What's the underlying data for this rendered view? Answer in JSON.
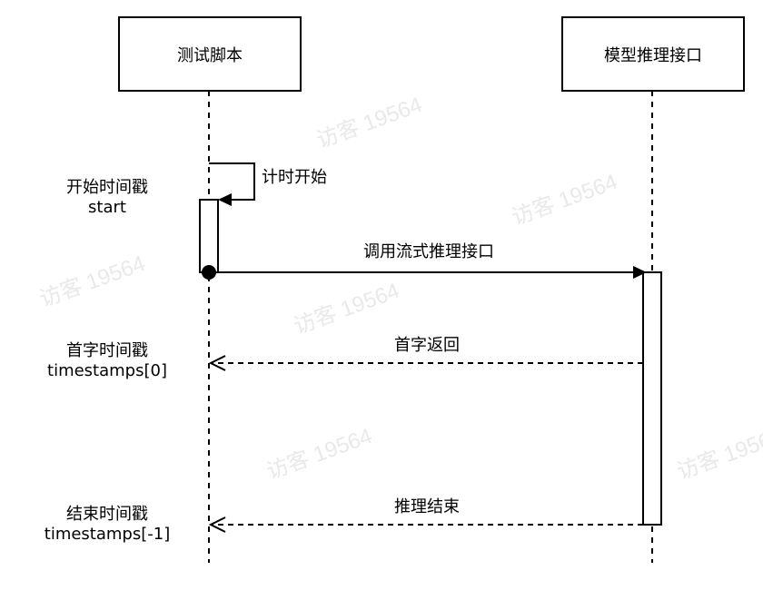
{
  "participants": [
    {
      "id": "script",
      "label": "测试脚本"
    },
    {
      "id": "model",
      "label": "模型推理接口"
    }
  ],
  "messages": [
    {
      "label": "计时开始",
      "type": "self",
      "from": "script",
      "to": "script"
    },
    {
      "label": "调用流式推理接口",
      "type": "sync",
      "from": "script",
      "to": "model"
    },
    {
      "label": "首字返回",
      "type": "return",
      "from": "model",
      "to": "script"
    },
    {
      "label": "推理结束",
      "type": "return",
      "from": "model",
      "to": "script"
    }
  ],
  "notes": [
    {
      "line1": "开始时间戳",
      "line2": "start"
    },
    {
      "line1": "首字时间戳",
      "line2": "timestamps[0]"
    },
    {
      "line1": "结束时间戳",
      "line2": "timestamps[-1]"
    }
  ],
  "watermark": "访客 19564",
  "colors": {
    "line": "#000000",
    "background": "#ffffff",
    "watermark": "#e9e9e9"
  }
}
